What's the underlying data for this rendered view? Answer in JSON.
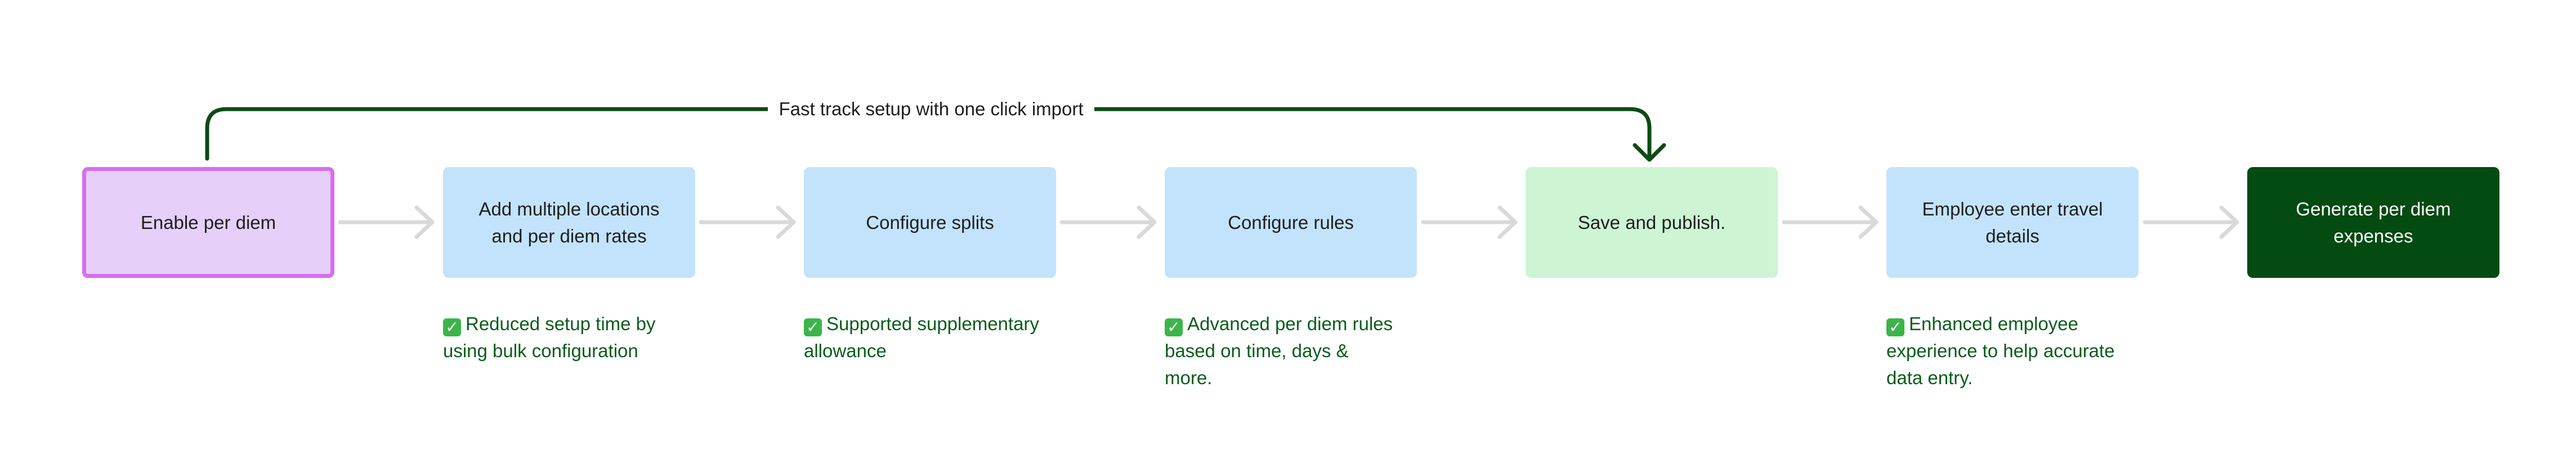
{
  "steps": [
    {
      "label": "Enable per diem",
      "style": "purple"
    },
    {
      "label": "Add multiple locations and per diem rates",
      "style": "blue"
    },
    {
      "label": "Configure splits",
      "style": "blue"
    },
    {
      "label": "Configure rules",
      "style": "blue"
    },
    {
      "label": "Save and publish.",
      "style": "green"
    },
    {
      "label": "Employee enter travel details",
      "style": "blue"
    },
    {
      "label": "Generate per diem expenses",
      "style": "dark"
    }
  ],
  "fast_track_label": "Fast track setup with one click import",
  "notes": [
    {
      "icon": "check-mark-icon",
      "text": "Reduced setup time by using bulk configuration"
    },
    {
      "icon": "check-mark-icon",
      "text": "Supported supplementary allowance"
    },
    {
      "icon": "check-mark-icon",
      "text": "Advanced per diem rules based on time, days & more."
    },
    {
      "icon": "check-mark-icon",
      "text": "Enhanced employee experience to help accurate data entry."
    }
  ],
  "colors": {
    "purple_fill": "#e6cff9",
    "purple_border": "#d66ff0",
    "blue_fill": "#c2e3fb",
    "green_fill": "#cdf5d3",
    "dark_fill": "#044b12",
    "arrow_gray": "#d9d9d9",
    "fast_track_line": "#0d4a14",
    "note_text": "#0a5c1c"
  }
}
